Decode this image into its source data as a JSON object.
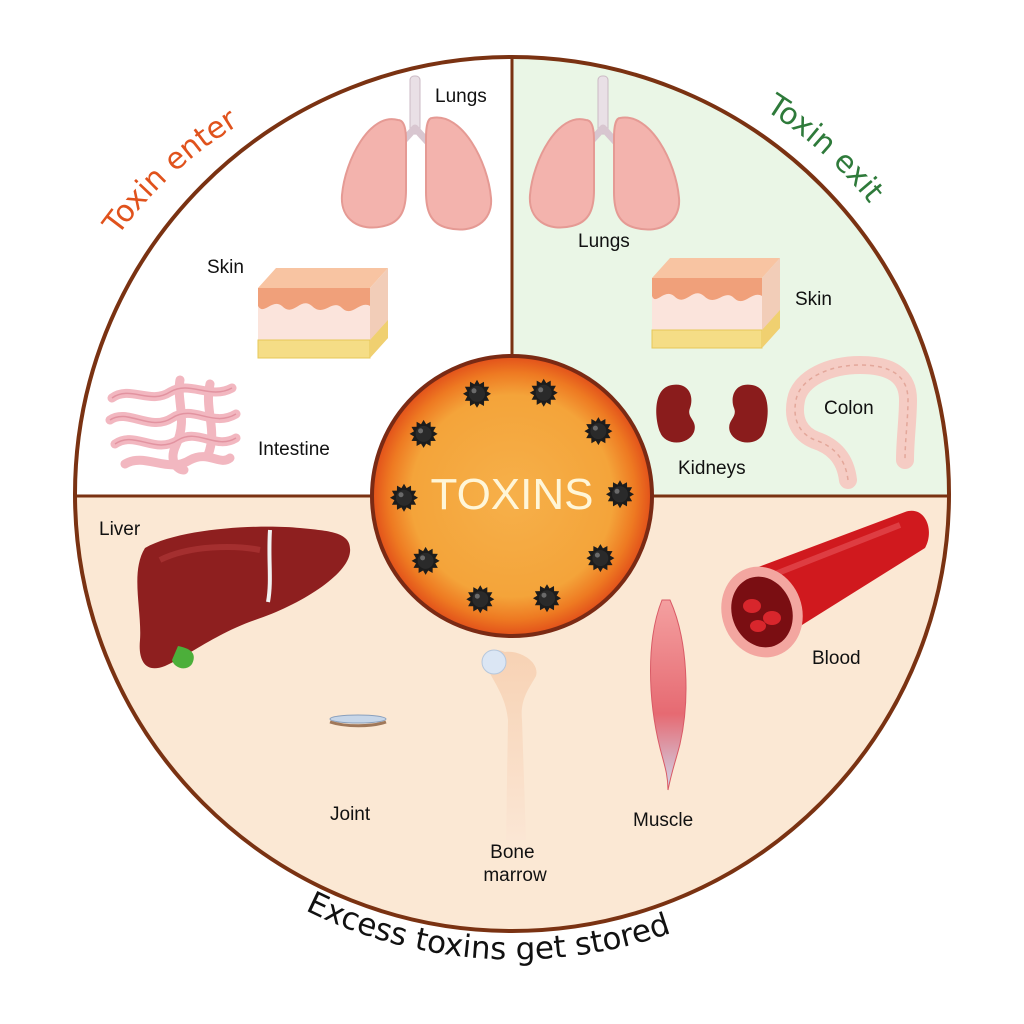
{
  "quadrants": {
    "enter": {
      "title": "Toxin enter",
      "title_color": "#e0521c",
      "bg_color": "#ffffff",
      "labels": [
        "Lungs",
        "Skin",
        "Intestine"
      ]
    },
    "exit": {
      "title": "Toxin exit",
      "title_color": "#2e7a3a",
      "bg_color": "#eaf6e6",
      "labels": [
        "Lungs",
        "Skin",
        "Kidneys",
        "Colon"
      ]
    },
    "stored": {
      "title": "Excess toxins get stored",
      "bg_color": "#fbe8d4",
      "labels": [
        "Liver",
        "Joint",
        "Bone marrow",
        "Muscle",
        "Blood"
      ]
    }
  },
  "center": {
    "label": "TOXINS",
    "particle_count": 10,
    "colors": {
      "outer": "#e34a12",
      "inner": "#f5a93a",
      "ring": "#7a2a14"
    }
  },
  "colors": {
    "border": "#7a3212",
    "lungs": "#f2b2ac",
    "liver": "#8e1f1f",
    "kidney": "#8a1c1c",
    "blood": "#d0191e"
  }
}
